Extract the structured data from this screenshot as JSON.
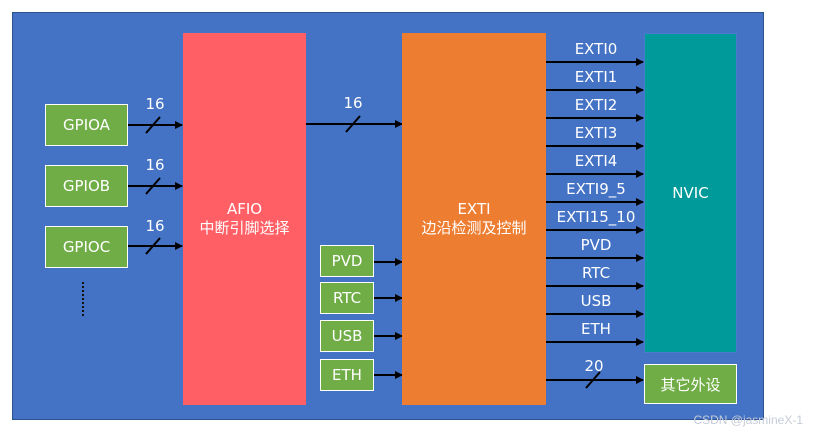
{
  "inputs": [
    "GPIOA",
    "GPIOB",
    "GPIOC"
  ],
  "input_width_label": "16",
  "afio": {
    "title": "AFIO",
    "subtitle": "中断引脚选择"
  },
  "afio_to_exti_label": "16",
  "peripheral_inputs": [
    "PVD",
    "RTC",
    "USB",
    "ETH"
  ],
  "exti": {
    "title": "EXTI",
    "subtitle": "边沿检测及控制"
  },
  "exti_outputs": [
    "EXTI0",
    "EXTI1",
    "EXTI2",
    "EXTI3",
    "EXTI4",
    "EXTI9_5",
    "EXTI15_10",
    "PVD",
    "RTC",
    "USB",
    "ETH"
  ],
  "nvic": {
    "title": "NVIC"
  },
  "other_bus_label": "20",
  "other_peripherals": {
    "label": "其它外设"
  },
  "watermark": "CSDN @jasmineX-1",
  "colors": {
    "panel": "#4472c4",
    "gpio": "#70ad47",
    "afio": "#ff5f65",
    "exti": "#ed7d31",
    "nvic": "#009a9a"
  }
}
